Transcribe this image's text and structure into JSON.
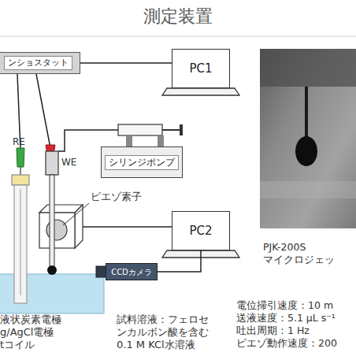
{
  "diagram": {
    "title": "測定装置",
    "nodes": [
      {
        "text": [
          "ンショスタット"
        ]
      },
      {
        "text": [
          "PC1"
        ]
      },
      {
        "text": [
          "シリンジポンプ"
        ]
      },
      {
        "text": [
          "PC2"
        ]
      },
      {
        "text": [
          "CCDカメラ"
        ]
      }
    ],
    "edges": [
      {
        "from": 0,
        "to": 1,
        "arrow": "none"
      },
      {
        "from": 4,
        "to": 3,
        "arrow": "none"
      }
    ],
    "labels": [
      "RE",
      "WE",
      "ピエゾ素子",
      "液状炭素電極",
      "g/AgCl電極",
      "tコイル",
      "試料溶液：フェロセ",
      "ンカルボン酸を含む",
      "0.1 M KCl水溶液",
      "PJK-200S",
      "マイクロジェッ",
      "電位掃引速度：10 m",
      "送液速度：5.1 μL s⁻¹",
      "吐出周期：1 Hz",
      "ピエゾ動作速度：200"
    ]
  }
}
